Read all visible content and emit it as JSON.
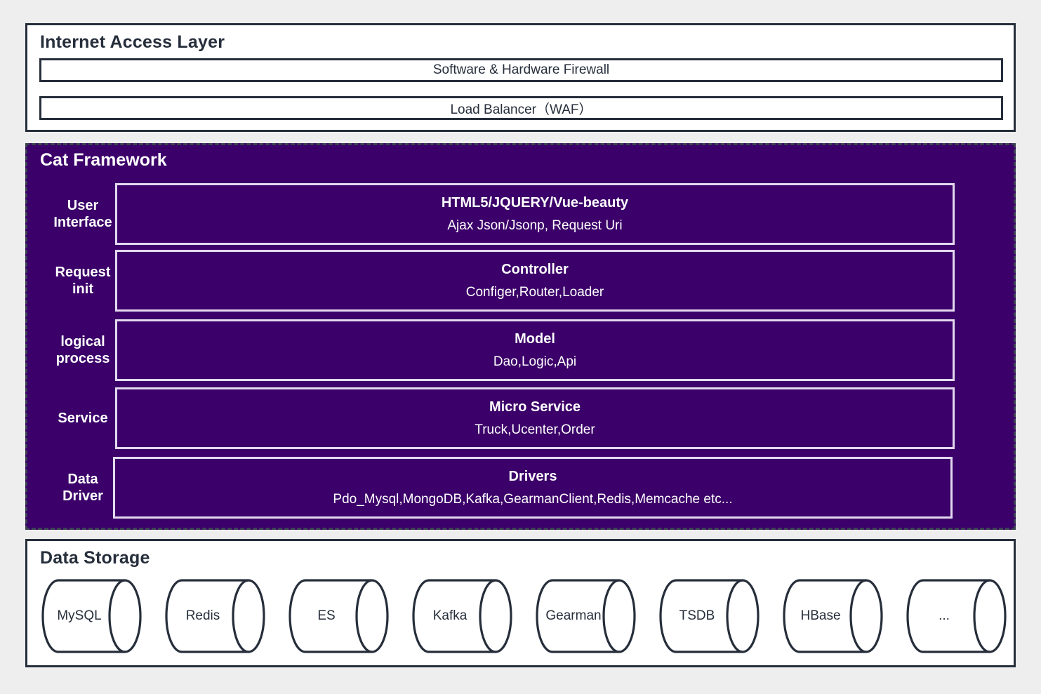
{
  "colors": {
    "page_background": "#eeeeee",
    "stroke": "#262e3b",
    "framework_fill": "#3b0069",
    "framework_border": "#3a4250",
    "inner_box_border": "#e3d8ef",
    "panel_fill": "#ffffff"
  },
  "internet_layer": {
    "title": "Internet Access Layer",
    "bars": [
      {
        "label": "Software & Hardware Firewall"
      },
      {
        "label": "Load Balancer（WAF）"
      }
    ]
  },
  "cat_framework": {
    "title": "Cat Framework",
    "rows": [
      {
        "label": "User\nInterface",
        "title": "HTML5/JQUERY/Vue-beauty",
        "subtitle": "Ajax Json/Jsonp, Request Uri"
      },
      {
        "label": "Request\ninit",
        "title": "Controller",
        "subtitle": "Configer,Router,Loader"
      },
      {
        "label": "logical\nprocess",
        "title": "Model",
        "subtitle": "Dao,Logic,Api"
      },
      {
        "label": "Service",
        "title": "Micro Service",
        "subtitle": "Truck,Ucenter,Order"
      },
      {
        "label": "Data\nDriver",
        "title": "Drivers",
        "subtitle": "Pdo_Mysql,MongoDB,Kafka,GearmanClient,Redis,Memcache etc..."
      }
    ]
  },
  "data_storage": {
    "title": "Data Storage",
    "stores": [
      {
        "label": "MySQL"
      },
      {
        "label": "Redis"
      },
      {
        "label": "ES"
      },
      {
        "label": "Kafka"
      },
      {
        "label": "Gearman"
      },
      {
        "label": "TSDB"
      },
      {
        "label": "HBase"
      },
      {
        "label": "..."
      }
    ]
  }
}
